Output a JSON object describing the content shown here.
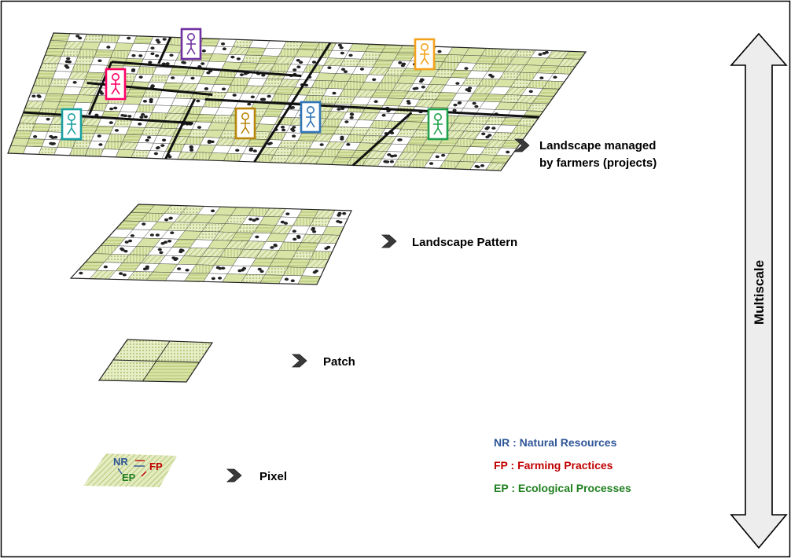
{
  "levels": {
    "landscape_managed_line1": "Landscape managed",
    "landscape_managed_line2": "by farmers (projects)",
    "landscape_pattern": "Landscape Pattern",
    "patch": "Patch",
    "pixel": "Pixel"
  },
  "pixel_labels": {
    "nr": "NR",
    "fp": "FP",
    "ep": "EP"
  },
  "legend": {
    "nr": "NR : Natural Resources",
    "fp": "FP : Farming Practices",
    "ep": "EP : Ecological Processes"
  },
  "scale_arrow_label": "Multiscale",
  "farmer_colors": [
    "#7030a0",
    "#ff0066",
    "#18a0a0",
    "#b8860b",
    "#2e75b6",
    "#f4a21c",
    "#1fa04a"
  ],
  "colors": {
    "nr": "#2e5597",
    "fp": "#c00000",
    "ep": "#1f7f1f",
    "field_green": "#d7e4a6"
  }
}
